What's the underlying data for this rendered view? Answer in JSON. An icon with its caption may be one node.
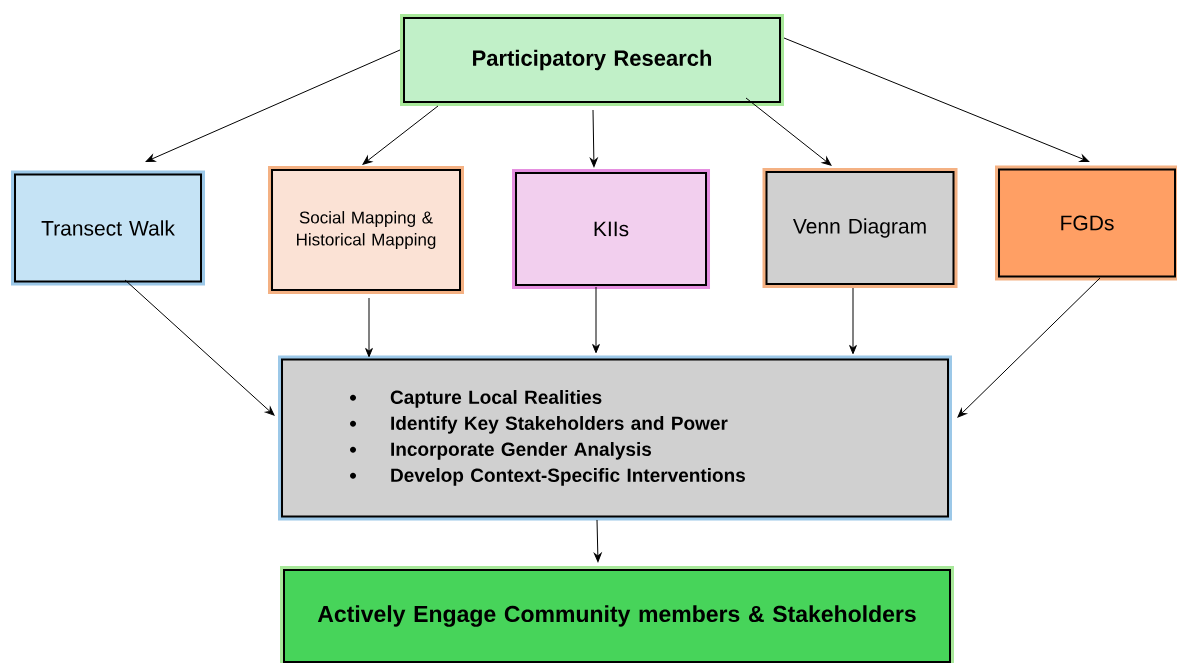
{
  "diagram": {
    "nodes": [
      {
        "text": [
          "Participatory Research"
        ]
      },
      {
        "text": [
          "Transect Walk"
        ]
      },
      {
        "text": [
          "Social Mapping & Historical Mapping"
        ]
      },
      {
        "text": [
          "KIIs"
        ]
      },
      {
        "text": [
          "Venn Diagram"
        ]
      },
      {
        "text": [
          "FGDs"
        ]
      },
      {
        "text": [
          "Capture Local Realities",
          "Identify Key Stakeholders and Power",
          "Incorporate Gender Analysis",
          "Develop Context-Specific Interventions"
        ]
      },
      {
        "text": [
          "Actively Engage Community members & Stakeholders"
        ]
      }
    ],
    "edges": [
      {
        "from": 0,
        "to": 1,
        "arrow": "to"
      },
      {
        "from": 0,
        "to": 2,
        "arrow": "to"
      },
      {
        "from": 0,
        "to": 3,
        "arrow": "to"
      },
      {
        "from": 0,
        "to": 4,
        "arrow": "to"
      },
      {
        "from": 0,
        "to": 5,
        "arrow": "to"
      },
      {
        "from": 1,
        "to": 6,
        "arrow": "to"
      },
      {
        "from": 2,
        "to": 6,
        "arrow": "to"
      },
      {
        "from": 3,
        "to": 6,
        "arrow": "to"
      },
      {
        "from": 4,
        "to": 6,
        "arrow": "to"
      },
      {
        "from": 5,
        "to": 6,
        "arrow": "to"
      },
      {
        "from": 6,
        "to": 7,
        "arrow": "to"
      }
    ]
  }
}
